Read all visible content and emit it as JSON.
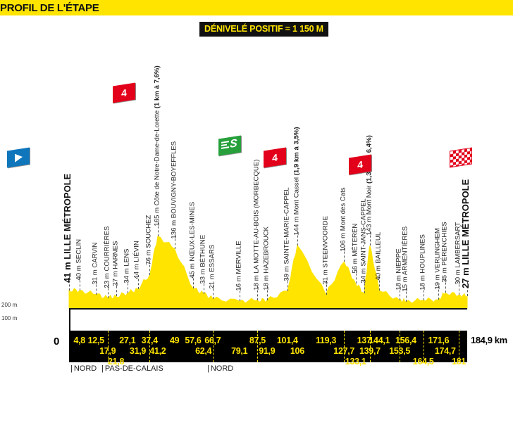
{
  "header": {
    "title": "PROFIL DE L'ÉTAPE",
    "bg_color": "#ffe400"
  },
  "badge": {
    "elevation_gain_label": "DÉNIVELÉ POSITIF = 1 150 M"
  },
  "axis": {
    "y_labels": [
      "200 m",
      "100 m"
    ],
    "zero_label": "0",
    "total_distance_label": "184,9 km"
  },
  "departments": [
    {
      "label": "NORD",
      "x": 2
    },
    {
      "label": "PAS-DE-CALAIS",
      "x": 46
    },
    {
      "label": "NORD",
      "x": 196
    }
  ],
  "markers": [
    {
      "type": "start",
      "icon": "start-flag-icon",
      "color": "#0f76bc",
      "x": 10,
      "y": 212,
      "label": ""
    },
    {
      "type": "climb",
      "icon": "climb-category-icon",
      "color": "#e2001a",
      "category": "4",
      "x": 160,
      "y": 120
    },
    {
      "type": "sprint",
      "icon": "sprint-icon",
      "color": "#27a03c",
      "letter": "S",
      "x": 310,
      "y": 195
    },
    {
      "type": "climb",
      "icon": "climb-category-icon",
      "color": "#e2001a",
      "category": "4",
      "x": 374,
      "y": 212
    },
    {
      "type": "climb",
      "icon": "climb-category-icon",
      "color": "#e2001a",
      "category": "4",
      "x": 495,
      "y": 222
    },
    {
      "type": "finish",
      "icon": "checkered-flag-icon",
      "color": "#e2001a",
      "x": 638,
      "y": 212
    }
  ],
  "chart_data": {
    "type": "area",
    "title": "PROFIL DE L'ÉTAPE",
    "subtitle": "DÉNIVELÉ POSITIF = 1 150 M",
    "xlabel": "km",
    "ylabel": "m",
    "xlim": [
      0,
      184.9
    ],
    "ylim": [
      0,
      260
    ],
    "grid": false,
    "legend": "none",
    "y_ticks": [
      100,
      200
    ],
    "y_tick_labels": [
      "100 m",
      "200 m"
    ],
    "x_ticks": [
      0,
      4.8,
      12.5,
      17.9,
      21.8,
      27.1,
      31.9,
      37.4,
      41.2,
      49,
      57.6,
      62.4,
      66.7,
      79.1,
      87.5,
      91.9,
      101.4,
      106,
      119.3,
      127.7,
      133.1,
      137,
      139.7,
      144.1,
      153.5,
      156.4,
      164.5,
      171.6,
      174.7,
      181,
      184.9
    ],
    "points": [
      {
        "km": 0,
        "altitude": 41,
        "name": "LILLE MÉTROPOLE",
        "label": "41 m LILLE MÉTROPOLE",
        "big": true
      },
      {
        "km": 4.8,
        "altitude": 40,
        "name": "SECLIN",
        "label": "40 m SECLIN"
      },
      {
        "km": 12.5,
        "altitude": 31,
        "name": "CARVIN",
        "label": "31 m CARVIN"
      },
      {
        "km": 17.9,
        "altitude": 23,
        "name": "COURRIÈRES",
        "label": "23 m COURRIÈRES"
      },
      {
        "km": 21.8,
        "altitude": 27,
        "name": "HARNES",
        "label": "27 m HARNES"
      },
      {
        "km": 27.1,
        "altitude": 34,
        "name": "LENS",
        "label": "34 m LENS"
      },
      {
        "km": 31.9,
        "altitude": 44,
        "name": "LIÉVIN",
        "label": "44 m LIÉVIN"
      },
      {
        "km": 37.4,
        "altitude": 76,
        "name": "SOUCHEZ",
        "label": "76 m SOUCHEZ"
      },
      {
        "km": 41.2,
        "altitude": 165,
        "name": "Côte de Notre-Dame-de-Lorette",
        "label": "165 m Côte de Notre-Dame-de-Lorette (1 km à 7,6%)",
        "climb": "1 km à 7,6%",
        "category": "4"
      },
      {
        "km": 49,
        "altitude": 136,
        "name": "BOUVIGNY-BOYEFFLES",
        "label": "136 m BOUVIGNY-BOYEFFLES"
      },
      {
        "km": 57.6,
        "altitude": 45,
        "name": "NŒUX-LES-MINES",
        "label": "45 m NŒUX-LES-MINES"
      },
      {
        "km": 62.4,
        "altitude": 33,
        "name": "BÉTHUNE",
        "label": "33 m BÉTHUNE"
      },
      {
        "km": 66.7,
        "altitude": 21,
        "name": "ESSARS",
        "label": "21 m ESSARS"
      },
      {
        "km": 79.1,
        "altitude": 16,
        "name": "MERVILLE",
        "label": "16 m MERVILLE"
      },
      {
        "km": 87.5,
        "altitude": 18,
        "name": "LA MOTTE-AU-BOIS (MORBECQUE)",
        "label": "18 m LA MOTTE-AU-BOIS (MORBECQUE)"
      },
      {
        "km": 91.9,
        "altitude": 18,
        "name": "HAZEBROUCK",
        "label": "18 m HAZEBROUCK"
      },
      {
        "km": 101.4,
        "altitude": 39,
        "name": "SAINTE-MARIE-CAPPEL",
        "label": "39 m SAINTE-MARIE-CAPPEL"
      },
      {
        "km": 106,
        "altitude": 144,
        "name": "Mont Cassel",
        "label": "144 m Mont Cassel (1,9 km à 3,5%)",
        "climb": "1,9 km à 3,5%",
        "category": "4"
      },
      {
        "km": 119.3,
        "altitude": 31,
        "name": "STEENVOORDE",
        "label": "31 m STEENVOORDE"
      },
      {
        "km": 127.7,
        "altitude": 106,
        "name": "Mont des Cats",
        "label": "106 m Mont des Cats"
      },
      {
        "km": 133.1,
        "altitude": 56,
        "name": "MÉTEREN",
        "label": "56 m MÉTEREN"
      },
      {
        "km": 137,
        "altitude": 34,
        "name": "SAINT-JANS-CAPPEL",
        "label": "34 m SAINT-JANS-CAPPEL"
      },
      {
        "km": 139.7,
        "altitude": 143,
        "name": "Mont Noir",
        "label": "143 m Mont Noir (1,3 km à 6,4%)",
        "climb": "1,3 km à 6,4%",
        "category": "4"
      },
      {
        "km": 144.1,
        "altitude": 40,
        "name": "BAILLEUL",
        "label": "40 m BAILLEUL"
      },
      {
        "km": 153.5,
        "altitude": 18,
        "name": "NIEPPE",
        "label": "18 m NIEPPE"
      },
      {
        "km": 156.4,
        "altitude": 15,
        "name": "ARMENTIÈRES",
        "label": "15 m ARMENTIÈRES"
      },
      {
        "km": 164.5,
        "altitude": 18,
        "name": "HOUPLINES",
        "label": "18 m HOUPLINES"
      },
      {
        "km": 171.6,
        "altitude": 19,
        "name": "VERLINGHEM",
        "label": "19 m VERLINGHEM"
      },
      {
        "km": 174.7,
        "altitude": 35,
        "name": "PÉRENCHIES",
        "label": "35 m PÉRENCHIES"
      },
      {
        "km": 181,
        "altitude": 30,
        "name": "LAMBERSART",
        "label": "30 m LAMBERSART"
      },
      {
        "km": 184.9,
        "altitude": 27,
        "name": "LILLE MÉTROPOLE",
        "label": "27 m LILLE MÉTROPOLE",
        "big": true
      }
    ],
    "km_rows": [
      [
        0,
        4.8,
        12.5,
        27.1,
        37.4,
        49,
        57.6,
        66.7,
        87.5,
        101.4,
        119.3,
        137,
        144.1,
        156.4,
        171.6
      ],
      [
        17.9,
        31.9,
        41.2,
        62.4,
        79.1,
        91.9,
        106,
        127.7,
        139.7,
        153.5,
        174.7
      ],
      [
        21.8,
        133.1,
        164.5,
        181
      ]
    ]
  }
}
